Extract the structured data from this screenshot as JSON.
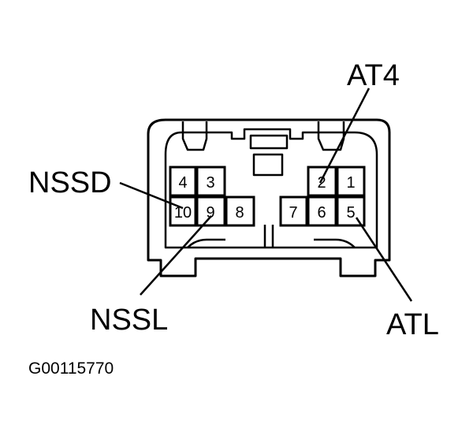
{
  "labels": {
    "at4": "AT4",
    "nssd": "NSSD",
    "nssl": "NSSL",
    "atl": "ATL"
  },
  "pins": {
    "p1": "1",
    "p2": "2",
    "p3": "3",
    "p4": "4",
    "p5": "5",
    "p6": "6",
    "p7": "7",
    "p8": "8",
    "p9": "9",
    "p10": "10"
  },
  "figure_id": "G00115770",
  "colors": {
    "ink": "#000000",
    "paper": "#ffffff"
  }
}
